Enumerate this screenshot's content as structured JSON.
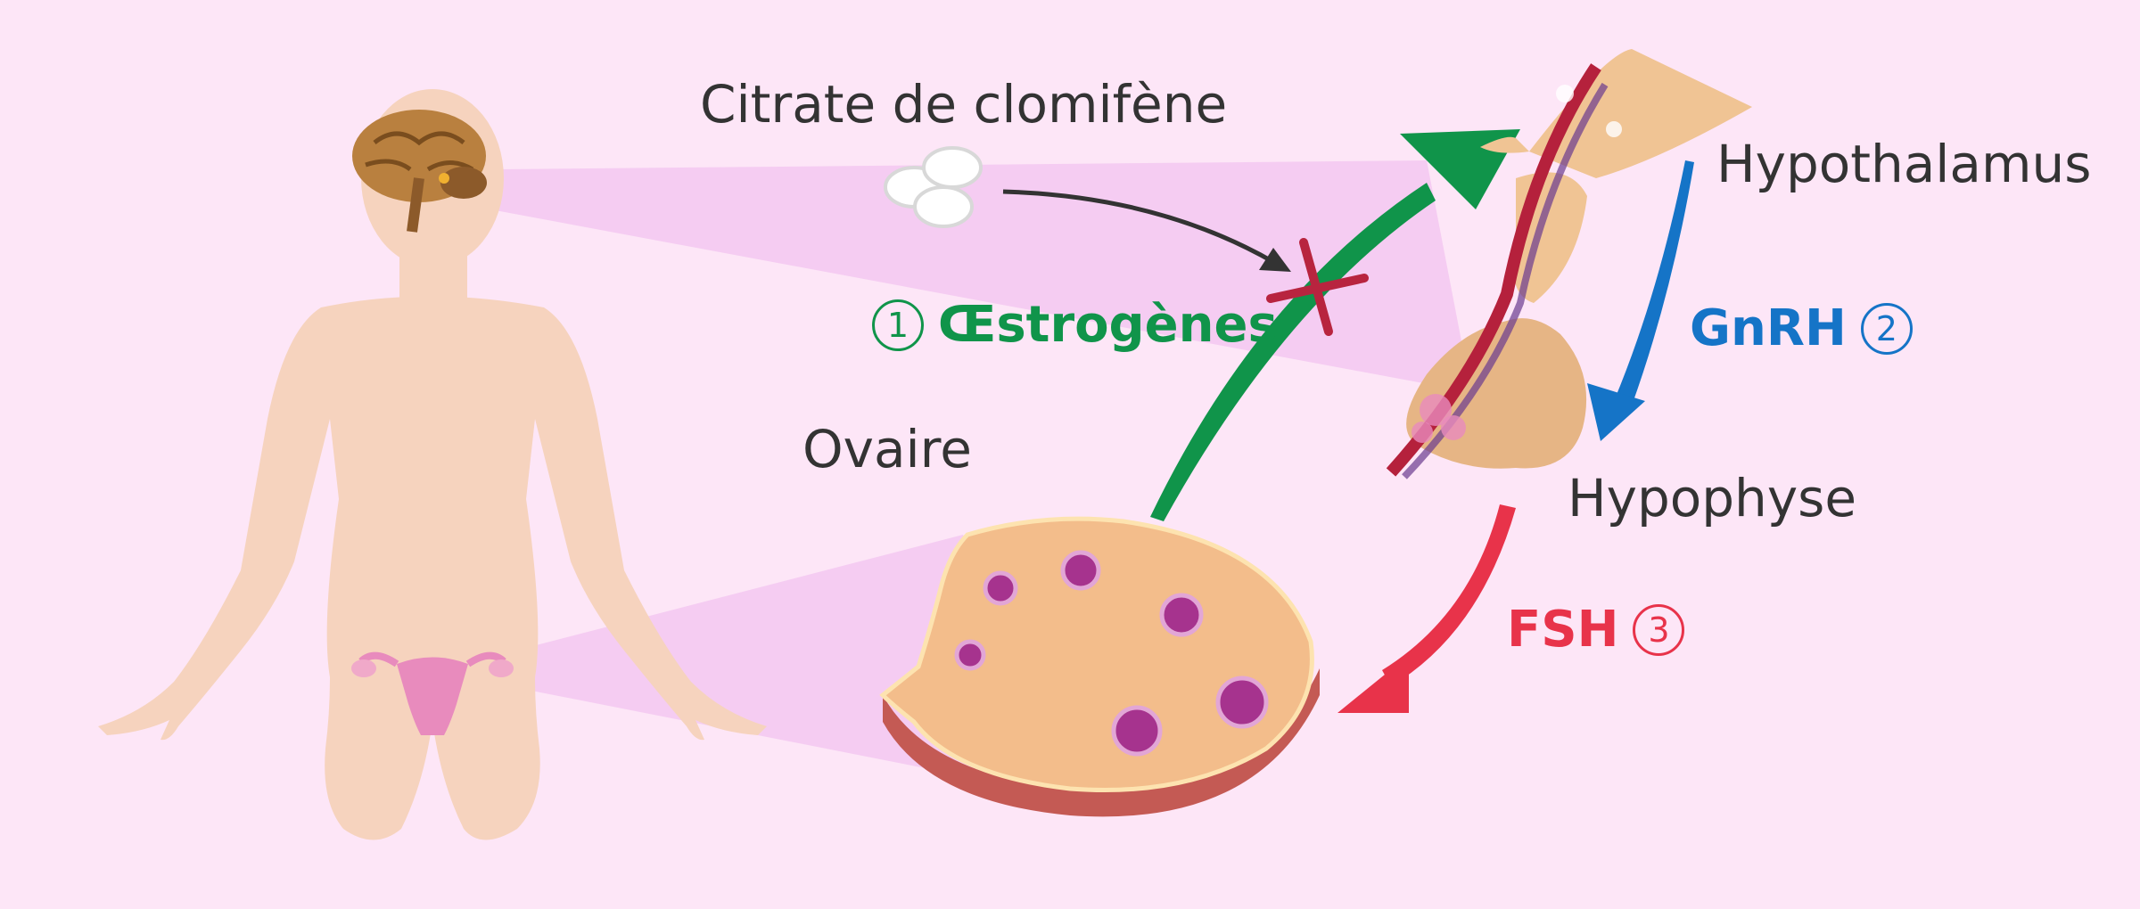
{
  "labels": {
    "drug": "Citrate de clomifène",
    "hypothalamus": "Hypothalamus",
    "hypophyse": "Hypophyse",
    "ovaire": "Ovaire"
  },
  "steps": [
    {
      "num": "1",
      "label": "Œstrogènes",
      "color": "#10944a"
    },
    {
      "num": "2",
      "label": "GnRH",
      "color": "#1574c7"
    },
    {
      "num": "3",
      "label": "FSH",
      "color": "#e8334a"
    }
  ],
  "colors": {
    "background": "#fde6f7",
    "skin": "#f6d3be",
    "zoom_cone": "#f3c6f0",
    "ovary": "#f3bd8b",
    "follicle": "#a6338e",
    "block_mark": "#b8243f"
  },
  "icons": [
    "pill-icon",
    "block-x-icon"
  ]
}
